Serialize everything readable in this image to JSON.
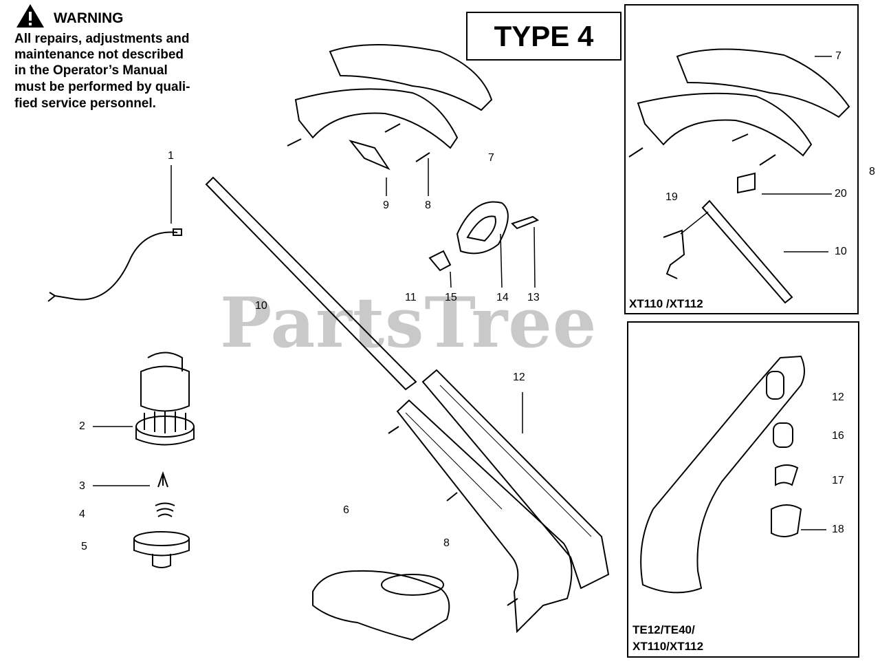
{
  "warning": {
    "title": "WARNING",
    "lines": [
      "All repairs, adjustments and",
      "maintenance not described",
      "in the Operator’s Manual",
      "must be performed by quali-",
      "fied  service personnel."
    ]
  },
  "type_label": "TYPE 4",
  "watermark": "PartsTree",
  "panels": {
    "top_right_model": "XT110 /XT112",
    "bottom_right_model_line1": "TE12/TE40/",
    "bottom_right_model_line2": "XT110/XT112"
  },
  "callouts": {
    "c1": "1",
    "c2": "2",
    "c3": "3",
    "c4": "4",
    "c5": "5",
    "c6": "6",
    "c7": "7",
    "c8a": "8",
    "c8b": "8",
    "c9": "9",
    "c10": "10",
    "c11": "11",
    "c12": "12",
    "c13": "13",
    "c14": "14",
    "c15": "15",
    "r7": "7",
    "r8": "8",
    "r19": "19",
    "r20": "20",
    "r10": "10",
    "r12": "12",
    "r16": "16",
    "r17": "17",
    "r18": "18"
  }
}
